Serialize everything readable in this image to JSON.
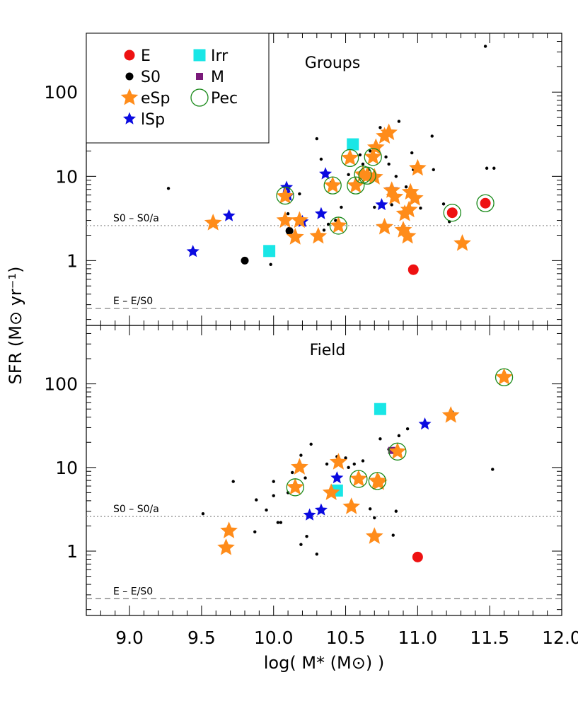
{
  "chart_data": [
    {
      "type": "scatter",
      "title": "Groups",
      "xlabel": "log( M* (M⊙) )",
      "ylabel": "SFR (M⊙ yr⁻¹)",
      "xlim": [
        8.7,
        12.0
      ],
      "ylim": [
        0.17,
        500
      ],
      "yscale": "log",
      "x_ticks": [
        "9.0",
        "9.5",
        "10.0",
        "10.5",
        "11.0",
        "11.5",
        "12.0"
      ],
      "y_ticks": [
        "1",
        "10",
        "100"
      ],
      "reference_lines": [
        {
          "label": "S0 – S0/a",
          "y": 2.6,
          "style": "dotted"
        },
        {
          "label": "E – E/S0",
          "y": 0.27,
          "style": "dashed"
        }
      ],
      "legend": {
        "placement": "top-left",
        "entries": [
          {
            "label": "E",
            "marker": "circle",
            "color": "#ee1111"
          },
          {
            "label": "S0",
            "marker": "circle",
            "color": "#000000"
          },
          {
            "label": "eSp",
            "marker": "star",
            "color": "#ff8c1a"
          },
          {
            "label": "lSp",
            "marker": "star",
            "color": "#0a0ae0"
          },
          {
            "label": "Irr",
            "marker": "square",
            "color": "#19e6e6"
          },
          {
            "label": "M",
            "marker": "square",
            "color": "#7a1a7a"
          },
          {
            "label": "Pec",
            "marker": "open-circle",
            "color": "#1a8a1a"
          }
        ]
      },
      "series": [
        {
          "name": "E",
          "points": [
            [
              10.97,
              0.78
            ],
            [
              11.24,
              3.7
            ],
            [
              11.47,
              4.8
            ]
          ]
        },
        {
          "name": "S0",
          "points": [
            [
              9.8,
              1.0
            ],
            [
              10.11,
              2.25
            ]
          ]
        },
        {
          "name": "S0 (small)",
          "points": [
            [
              9.27,
              7.2
            ],
            [
              9.98,
              0.9
            ],
            [
              10.1,
              3.6
            ],
            [
              10.18,
              6.2
            ],
            [
              10.3,
              28
            ],
            [
              10.33,
              16
            ],
            [
              10.35,
              2.3
            ],
            [
              10.38,
              2.7
            ],
            [
              10.4,
              8.5
            ],
            [
              10.43,
              3.0
            ],
            [
              10.47,
              4.3
            ],
            [
              10.52,
              10.5
            ],
            [
              10.6,
              18
            ],
            [
              10.62,
              14
            ],
            [
              10.66,
              12
            ],
            [
              10.67,
              20
            ],
            [
              10.7,
              4.3
            ],
            [
              10.74,
              38
            ],
            [
              10.78,
              17
            ],
            [
              10.8,
              14
            ],
            [
              10.82,
              4.6
            ],
            [
              10.85,
              10
            ],
            [
              10.87,
              45
            ],
            [
              10.92,
              7.5
            ],
            [
              10.96,
              19
            ],
            [
              10.97,
              12
            ],
            [
              11.02,
              4.2
            ],
            [
              11.1,
              30
            ],
            [
              11.11,
              12
            ],
            [
              11.18,
              4.7
            ],
            [
              11.22,
              2.9
            ],
            [
              11.48,
              12.5
            ],
            [
              11.53,
              12.5
            ],
            [
              11.47,
              350
            ]
          ]
        },
        {
          "name": "eSp",
          "points": [
            [
              9.58,
              2.8
            ],
            [
              10.08,
              3.0
            ],
            [
              10.15,
              1.9
            ],
            [
              10.18,
              3.0
            ],
            [
              10.08,
              5.8
            ],
            [
              10.31,
              1.95
            ],
            [
              10.41,
              7.8
            ],
            [
              10.45,
              2.6
            ],
            [
              10.53,
              16.5
            ],
            [
              10.57,
              7.8
            ],
            [
              10.62,
              10.5
            ],
            [
              10.65,
              10.2
            ],
            [
              10.69,
              17
            ],
            [
              10.71,
              22
            ],
            [
              10.7,
              9.8
            ],
            [
              10.77,
              30
            ],
            [
              10.8,
              33
            ],
            [
              10.77,
              2.5
            ],
            [
              10.82,
              6.8
            ],
            [
              10.84,
              5.7
            ],
            [
              10.9,
              2.3
            ],
            [
              10.91,
              3.6
            ],
            [
              10.93,
              1.95
            ],
            [
              10.94,
              4.0
            ],
            [
              10.95,
              6.5
            ],
            [
              10.98,
              5.5
            ],
            [
              11.0,
              12.5
            ],
            [
              11.31,
              1.6
            ]
          ]
        },
        {
          "name": "lSp",
          "points": [
            [
              9.44,
              1.28
            ],
            [
              9.69,
              3.4
            ],
            [
              10.09,
              7.4
            ],
            [
              10.1,
              5.9
            ],
            [
              10.2,
              2.9
            ],
            [
              10.33,
              3.6
            ],
            [
              10.36,
              10.7
            ],
            [
              10.75,
              4.6
            ],
            [
              10.82,
              7.0
            ]
          ]
        },
        {
          "name": "Irr",
          "points": [
            [
              9.97,
              1.3
            ],
            [
              10.55,
              24
            ]
          ]
        },
        {
          "name": "M",
          "points": []
        },
        {
          "name": "Pec",
          "points": [
            [
              10.08,
              5.9
            ],
            [
              10.41,
              7.8
            ],
            [
              10.45,
              2.6
            ],
            [
              10.53,
              16.5
            ],
            [
              10.57,
              7.8
            ],
            [
              10.62,
              10.5
            ],
            [
              10.65,
              10.2
            ],
            [
              10.69,
              17
            ],
            [
              11.24,
              3.7
            ],
            [
              11.47,
              4.8
            ]
          ]
        }
      ]
    },
    {
      "type": "scatter",
      "title": "Field",
      "xlabel": "log( M* (M⊙) )",
      "ylabel": "SFR (M⊙ yr⁻¹)",
      "xlim": [
        8.7,
        12.0
      ],
      "ylim": [
        0.17,
        500
      ],
      "yscale": "log",
      "x_ticks": [
        "9.0",
        "9.5",
        "10.0",
        "10.5",
        "11.0",
        "11.5",
        "12.0"
      ],
      "y_ticks": [
        "1",
        "10",
        "100"
      ],
      "reference_lines": [
        {
          "label": "S0 – S0/a",
          "y": 2.6,
          "style": "dotted"
        },
        {
          "label": "E – E/S0",
          "y": 0.27,
          "style": "dashed"
        }
      ],
      "series": [
        {
          "name": "E",
          "points": [
            [
              11.0,
              0.85
            ]
          ]
        },
        {
          "name": "S0",
          "points": []
        },
        {
          "name": "S0 (small)",
          "points": [
            [
              9.51,
              2.8
            ],
            [
              9.72,
              6.8
            ],
            [
              9.87,
              1.7
            ],
            [
              9.88,
              4.1
            ],
            [
              9.95,
              3.1
            ],
            [
              10.0,
              4.6
            ],
            [
              10.0,
              6.8
            ],
            [
              10.03,
              2.2
            ],
            [
              10.05,
              2.2
            ],
            [
              10.1,
              5.0
            ],
            [
              10.13,
              8.7
            ],
            [
              10.19,
              14
            ],
            [
              10.19,
              1.2
            ],
            [
              10.22,
              7.5
            ],
            [
              10.23,
              1.5
            ],
            [
              10.26,
              19
            ],
            [
              10.3,
              0.92
            ],
            [
              10.37,
              11
            ],
            [
              10.44,
              13.5
            ],
            [
              10.47,
              12
            ],
            [
              10.5,
              13
            ],
            [
              10.52,
              10
            ],
            [
              10.56,
              11
            ],
            [
              10.62,
              12
            ],
            [
              10.67,
              3.2
            ],
            [
              10.7,
              2.5
            ],
            [
              10.74,
              22
            ],
            [
              10.8,
              16.5
            ],
            [
              10.85,
              3.0
            ],
            [
              10.87,
              24
            ],
            [
              10.93,
              29
            ],
            [
              11.24,
              46
            ],
            [
              11.52,
              9.5
            ],
            [
              10.83,
              1.55
            ]
          ]
        },
        {
          "name": "eSp",
          "points": [
            [
              9.67,
              1.1
            ],
            [
              9.69,
              1.75
            ],
            [
              10.15,
              5.8
            ],
            [
              10.18,
              10.1
            ],
            [
              10.4,
              5.0
            ],
            [
              10.45,
              11.6
            ],
            [
              10.54,
              3.4
            ],
            [
              10.59,
              7.3
            ],
            [
              10.7,
              1.5
            ],
            [
              10.72,
              6.9
            ],
            [
              10.73,
              6.6
            ],
            [
              10.86,
              15.5
            ],
            [
              11.23,
              42
            ],
            [
              11.6,
              120
            ]
          ]
        },
        {
          "name": "lSp",
          "points": [
            [
              10.25,
              2.7
            ],
            [
              10.33,
              3.1
            ],
            [
              10.44,
              7.5
            ],
            [
              11.05,
              33
            ]
          ]
        },
        {
          "name": "Irr",
          "points": [
            [
              10.44,
              5.3
            ],
            [
              10.74,
              50
            ]
          ]
        },
        {
          "name": "M",
          "points": [
            [
              10.82,
              16
            ]
          ]
        },
        {
          "name": "Pec",
          "points": [
            [
              10.15,
              5.8
            ],
            [
              10.59,
              7.3
            ],
            [
              10.72,
              6.9
            ],
            [
              10.86,
              15.5
            ],
            [
              11.6,
              120
            ]
          ]
        }
      ]
    }
  ]
}
